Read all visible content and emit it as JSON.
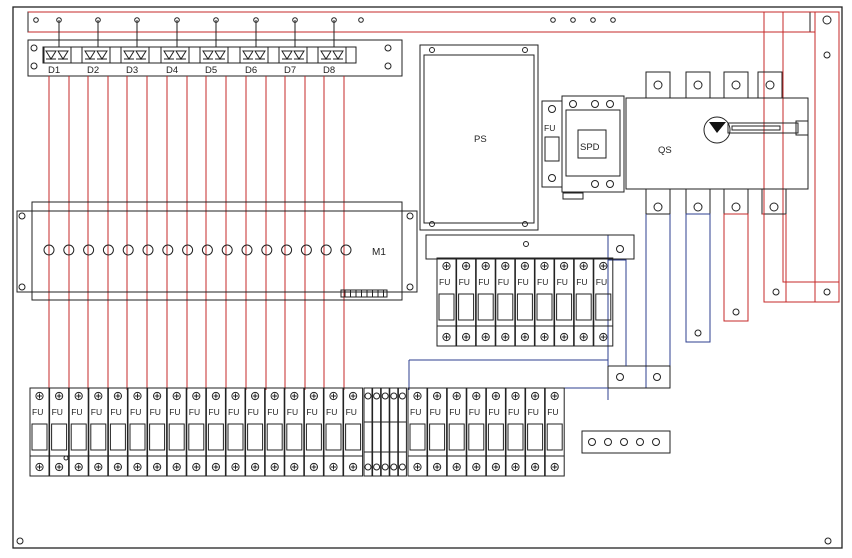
{
  "diodes": [
    "D1",
    "D2",
    "D3",
    "D4",
    "D5",
    "D6",
    "D7",
    "D8"
  ],
  "module_label": "M1",
  "power_supply_label": "PS",
  "fuse_label": "FU",
  "surge_protector_label": "SPD",
  "main_switch_label": "QS",
  "colors": {
    "outline": "#222222",
    "wire_red": "#c62828",
    "wire_blue": "#2e3f8f"
  },
  "icons": [
    "mount-hole-icon",
    "diode-icon",
    "screw-terminal-icon",
    "fuse-window-icon",
    "switch-handle-icon"
  ]
}
